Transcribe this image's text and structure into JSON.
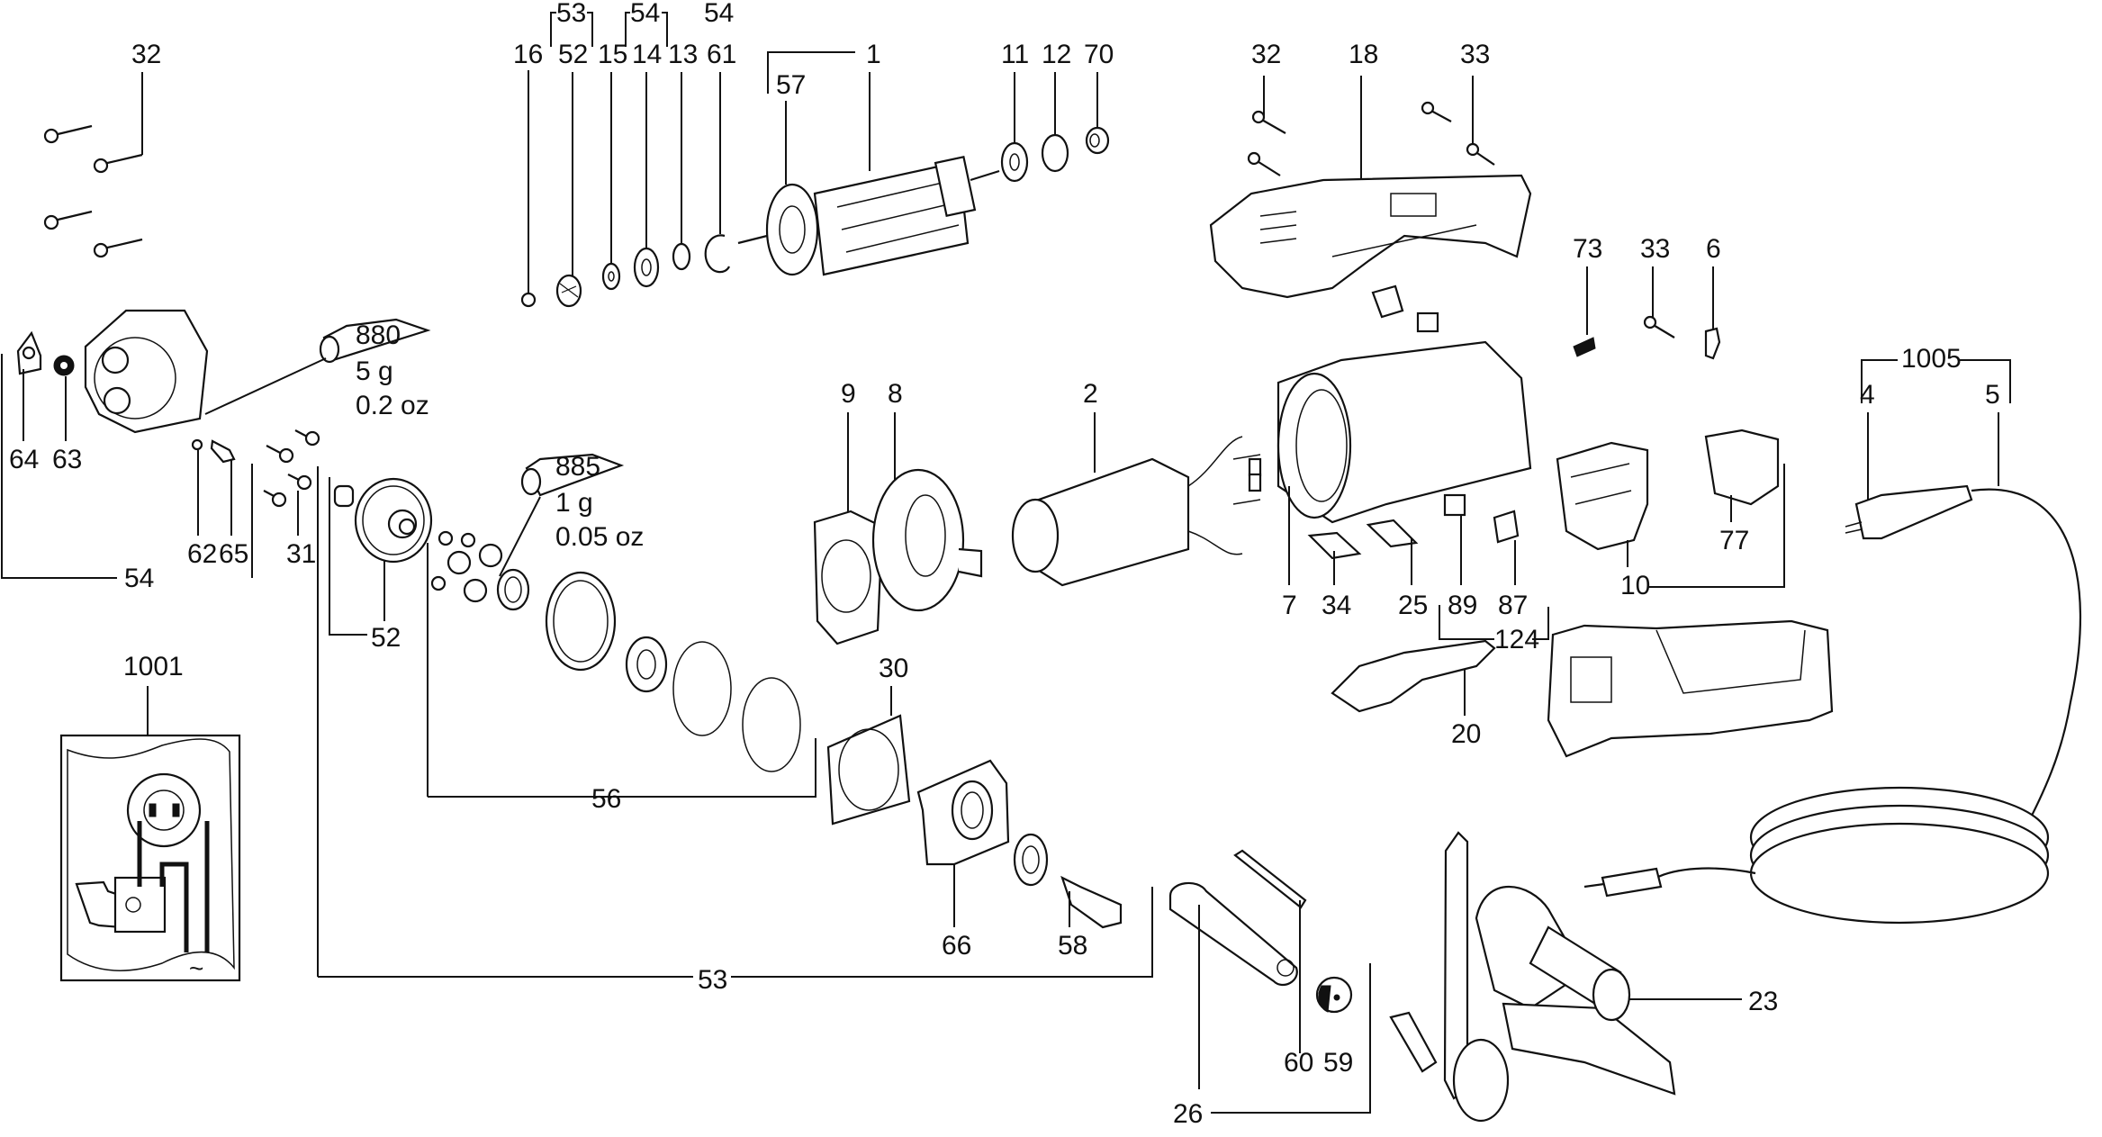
{
  "document": {
    "type": "exploded parts diagram",
    "subject": "angle grinder"
  },
  "labels": {
    "l32a": "32",
    "l16": "16",
    "l53a": "53",
    "l52a": "52",
    "l15": "15",
    "l54a": "54",
    "l14": "14",
    "l13": "13",
    "l54b": "54",
    "l61": "61",
    "l1": "1",
    "l57": "57",
    "l11": "11",
    "l12": "12",
    "l70": "70",
    "l32b": "32",
    "l18": "18",
    "l33a": "33",
    "l73": "73",
    "l33b": "33",
    "l6": "6",
    "l1005": "1005",
    "l4": "4",
    "l5": "5",
    "l880": "880",
    "l880_mass_g": "5 g",
    "l880_mass_oz": "0.2 oz",
    "l885": "885",
    "l885_mass_g": "1 g",
    "l885_mass_oz": "0.05 oz",
    "l64": "64",
    "l63": "63",
    "l62": "62",
    "l65": "65",
    "l31": "31",
    "l54c": "54",
    "l52b": "52",
    "l9": "9",
    "l8": "8",
    "l2": "2",
    "l7": "7",
    "l34": "34",
    "l25": "25",
    "l89": "89",
    "l87": "87",
    "l124": "124",
    "l10": "10",
    "l77": "77",
    "l20": "20",
    "l1001": "1001",
    "l30": "30",
    "l56": "56",
    "l66": "66",
    "l58": "58",
    "l53b": "53",
    "l26": "26",
    "l60": "60",
    "l59": "59",
    "l23": "23"
  },
  "inset": {
    "id": "1001",
    "ac_symbol": "~"
  }
}
